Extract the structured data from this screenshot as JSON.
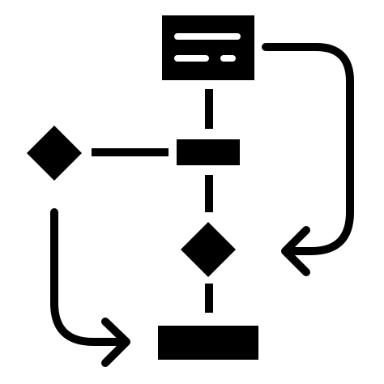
{
  "diagram": {
    "kind": "flowchart-icon",
    "style": "glyph",
    "colors": {
      "ink": "#000000",
      "paper": "#ffffff"
    },
    "nodes": [
      {
        "id": "document-box",
        "shape": "rectangle-with-text-lines"
      },
      {
        "id": "process-box",
        "shape": "rectangle"
      },
      {
        "id": "left-decision",
        "shape": "diamond"
      },
      {
        "id": "center-decision",
        "shape": "diamond"
      },
      {
        "id": "end-box",
        "shape": "rectangle"
      }
    ],
    "connectors": [
      {
        "from": "document-box",
        "to": "process-box",
        "style": "dashed"
      },
      {
        "from": "process-box",
        "to": "center-decision",
        "style": "dashed"
      },
      {
        "from": "center-decision",
        "to": "end-box",
        "style": "dashed"
      },
      {
        "from": "process-box",
        "to": "left-decision",
        "style": "solid"
      },
      {
        "from": "document-box",
        "to": "center-decision",
        "style": "curved-arrow"
      },
      {
        "from": "left-decision",
        "to": "end-box",
        "style": "curved-arrow"
      }
    ]
  }
}
